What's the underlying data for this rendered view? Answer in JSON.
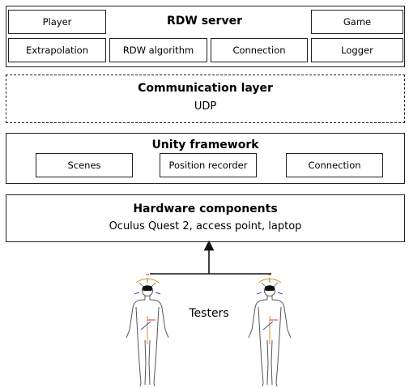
{
  "rdw_server": {
    "title": "RDW server",
    "modules": [
      "Player",
      "Game",
      "Extrapolation",
      "RDW algorithm",
      "Connection",
      "Logger"
    ]
  },
  "communication_layer": {
    "title": "Communication layer",
    "subtitle": "UDP"
  },
  "unity_framework": {
    "title": "Unity framework",
    "modules": [
      "Scenes",
      "Position recorder",
      "Connection"
    ]
  },
  "hardware_components": {
    "title": "Hardware components",
    "subtitle": "Oculus Quest 2, access point, laptop"
  },
  "testers": {
    "label": "Testers"
  },
  "colors": {
    "border": "#222222",
    "hmd": "#111111",
    "motion_arrow_orange": "#e08a1e",
    "motion_arrow_blue": "#2b57c9",
    "motion_arrow_green": "#3aa14a",
    "motion_arrow_red": "#d23a2a"
  }
}
